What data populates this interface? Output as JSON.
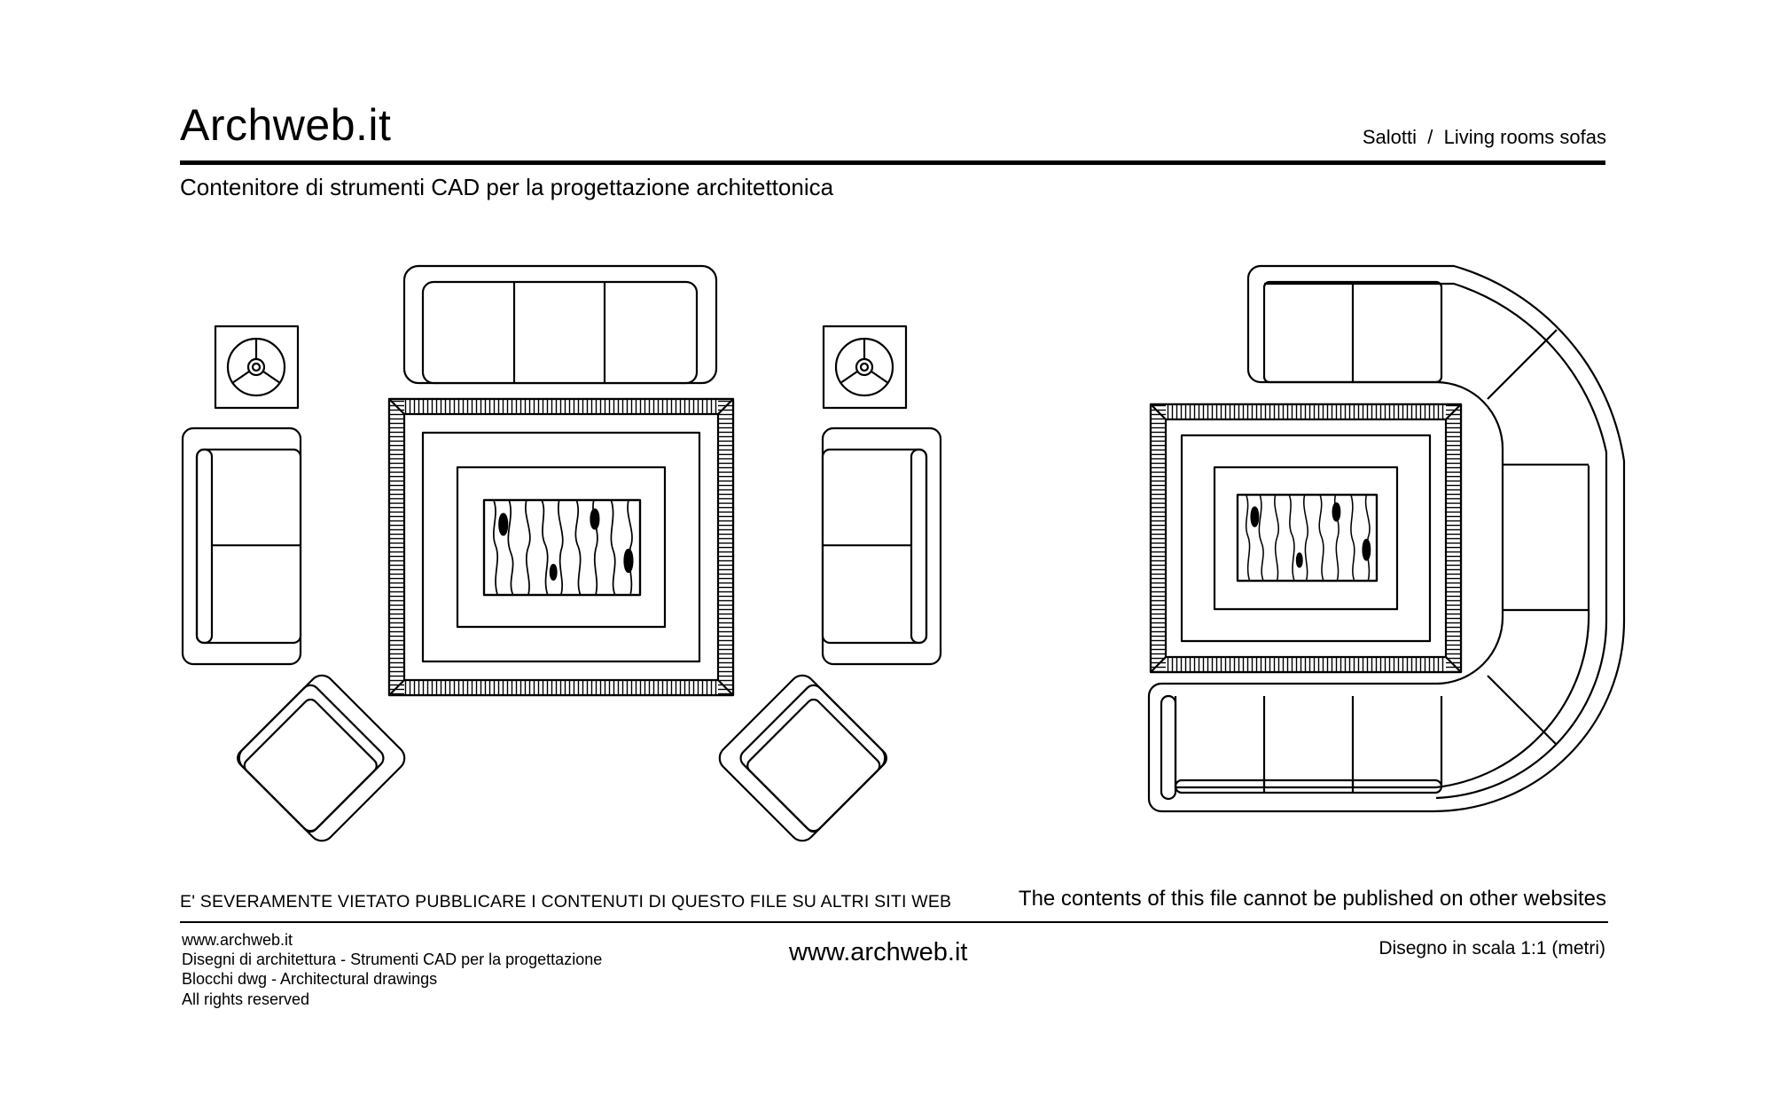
{
  "header": {
    "brand": "Archweb.it",
    "category": "Salotti  /  Living rooms sofas",
    "tagline": "Contenitore di strumenti CAD per la progettazione architettonica"
  },
  "notice": {
    "italian": "E' SEVERAMENTE VIETATO PUBBLICARE I CONTENUTI DI QUESTO FILE SU ALTRI SITI WEB",
    "english": "The contents of this file cannot be published on other websites"
  },
  "footer": {
    "lines": [
      "www.archweb.it",
      "Disegni di architettura - Strumenti CAD  per la progettazione",
      "Blocchi dwg - Architectural drawings",
      "All rights reserved"
    ],
    "center_site": "www.archweb.it",
    "scale": "Disegno in scala 1:1 (metri)"
  },
  "drawing": {
    "groups": [
      "living-room-layout-left",
      "living-room-layout-right"
    ]
  }
}
